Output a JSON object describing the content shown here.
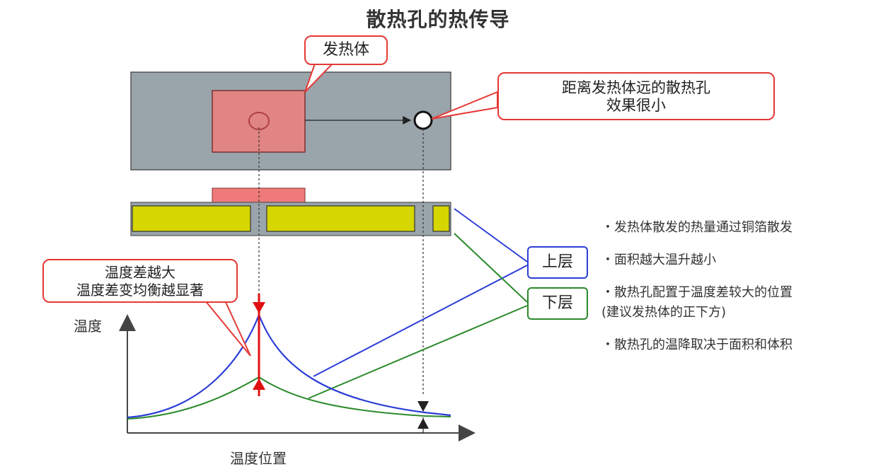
{
  "title": "散热孔的热传导",
  "labels": {
    "heat_source": "发热体",
    "far_hole_line1": "距离发热体远的散热孔",
    "far_hole_line2": "效果很小",
    "temp_diff_line1": "温度差越大",
    "temp_diff_line2": "温度差变均衡越显著",
    "upper_layer": "上层",
    "lower_layer": "下层",
    "y_axis": "温度",
    "x_axis": "温度位置"
  },
  "notes": [
    "・发热体散发的热量通过铜箔散发",
    "・面积越大温升越小",
    "・散热孔配置于温度差较大的位置",
    "(建议发热体的正下方)",
    "・散热孔的温降取决于面积和体积"
  ],
  "colors": {
    "board": "#9aa4ab",
    "heat_source_fill": "#e08484",
    "heat_source_stroke": "#7a3030",
    "copper": "#d6d600",
    "callout_border": "#e53935",
    "upper_curve": "#2c3ed6",
    "lower_curve": "#2b8a2b",
    "marker": "#e01010"
  },
  "icons": [
    "via-hole-icon",
    "arrow-icon"
  ]
}
